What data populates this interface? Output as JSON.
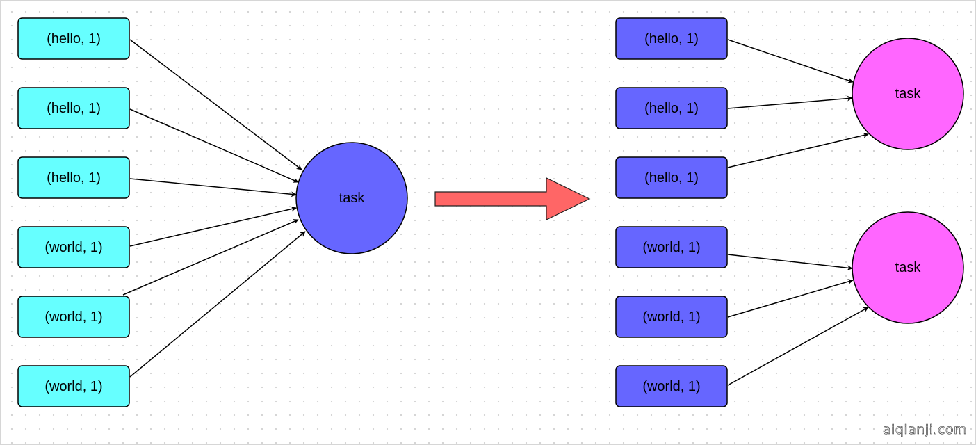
{
  "left_group": {
    "items": [
      "(hello, 1)",
      "(hello, 1)",
      "(hello, 1)",
      "(world, 1)",
      "(world, 1)",
      "(world, 1)"
    ],
    "task_label": "task",
    "item_color": "#66ffff",
    "task_color": "#6666ff"
  },
  "transition_arrow": {
    "color": "#ff6666"
  },
  "right_group": {
    "items": [
      "(hello, 1)",
      "(hello, 1)",
      "(hello, 1)",
      "(world, 1)",
      "(world, 1)",
      "(world, 1)"
    ],
    "tasks": [
      "task",
      "task"
    ],
    "item_color": "#6666ff",
    "task_color": "#ff66ff"
  },
  "watermark": "aiqianji.com"
}
